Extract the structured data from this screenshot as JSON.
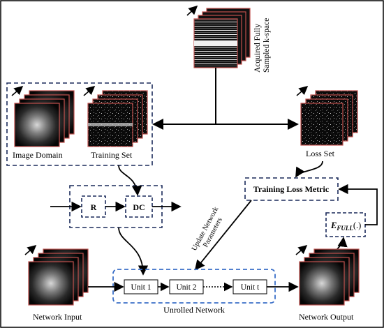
{
  "labels": {
    "acquired": [
      "Acquired Fully",
      "Sampled k-space"
    ],
    "image_domain": "Image Domain",
    "training_set": "Training Set",
    "loss_set": "Loss Set",
    "training_loss_metric": "Training Loss Metric",
    "update_params": [
      "Update Network",
      "Parameters"
    ],
    "r": "R",
    "dc": "DC",
    "efull_main": "E",
    "efull_sub": "FULL",
    "efull_arg": "(.)",
    "unit1": "Unit 1",
    "unit2": "Unit 2",
    "unitt": "Unit t",
    "unrolled_network": "Unrolled Network",
    "network_input": "Network Input",
    "network_output": "Network Output"
  },
  "colors": {
    "frame": "#000000",
    "dashed_dark": "#1a2a5a",
    "dashed_blue": "#3a6fc8",
    "stack_border": "#c0504d",
    "arrow": "#000000"
  }
}
